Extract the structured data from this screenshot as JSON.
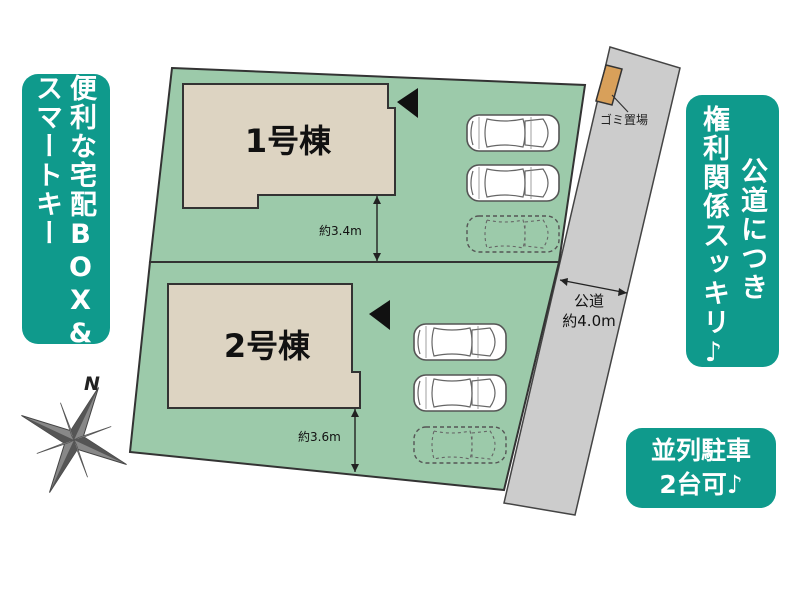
{
  "lots": [
    {
      "label": "1号棟",
      "setback": "約3.4m"
    },
    {
      "label": "2号棟",
      "setback": "約3.6m"
    }
  ],
  "road": {
    "label": "公道",
    "width": "約4.0m"
  },
  "garbage": {
    "label": "ゴミ置場"
  },
  "compass": {
    "label": "N"
  },
  "badges": {
    "left": {
      "line1": "便利な宅配BOX&",
      "line2": "スマートキー"
    },
    "right": {
      "line1": "権利関係スッキリ♪",
      "line2": "公道につき"
    },
    "bottom": {
      "line1": "並列駐車",
      "line2": "2台可♪"
    }
  },
  "colors": {
    "lot": "#9ccaaa",
    "house": "#ddd4c2",
    "road": "#cccccc",
    "badge": "#0f9a8c",
    "garbage": "#d8a05a"
  }
}
